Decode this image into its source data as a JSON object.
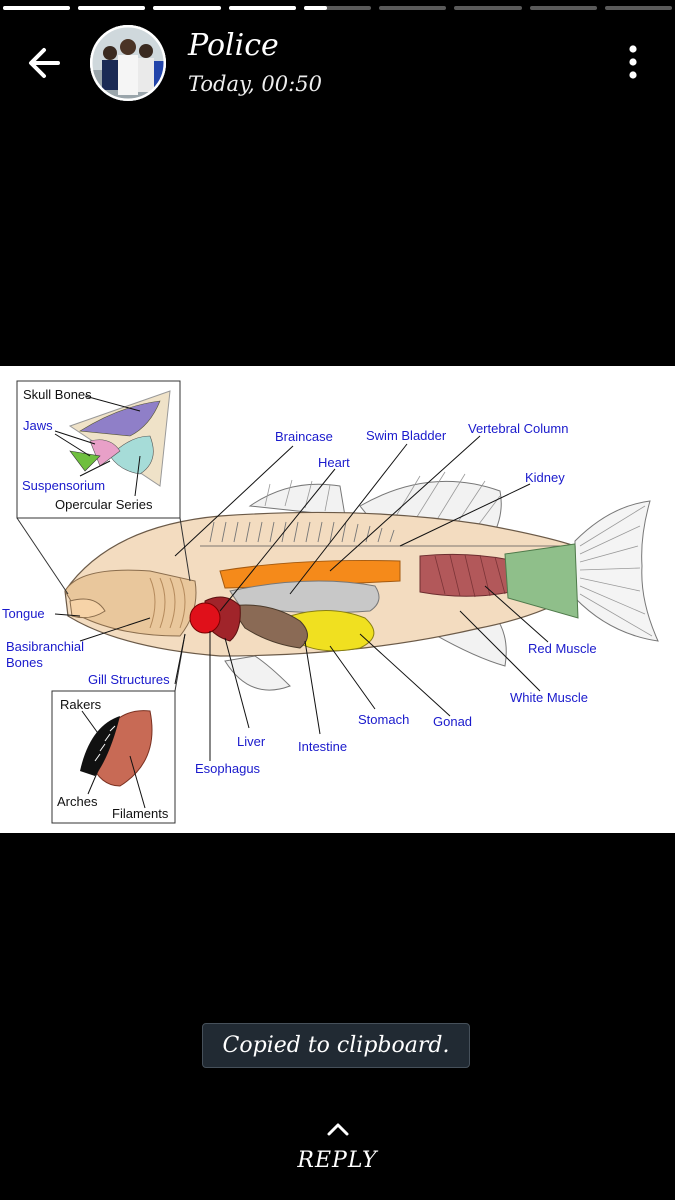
{
  "story": {
    "segments_total": 9,
    "segments_viewed": 4,
    "current_segment_progress": 0.35
  },
  "header": {
    "contact_name": "Police",
    "timestamp": "Today, 00:50",
    "back_icon": "arrow-left-icon",
    "menu_icon": "more-vertical-icon"
  },
  "diagram": {
    "labels": {
      "skull_bones": "Skull Bones",
      "jaws": "Jaws",
      "suspensorium": "Suspensorium",
      "opercular_series": "Opercular Series",
      "braincase": "Braincase",
      "heart": "Heart",
      "swim_bladder": "Swim Bladder",
      "vertebral_column": "Vertebral Column",
      "kidney": "Kidney",
      "tongue": "Tongue",
      "basibranchial_bones_1": "Basibranchial",
      "basibranchial_bones_2": "Bones",
      "gill_structures": "Gill Structures",
      "rakers": "Rakers",
      "arches": "Arches",
      "filaments": "Filaments",
      "esophagus": "Esophagus",
      "liver": "Liver",
      "intestine": "Intestine",
      "stomach": "Stomach",
      "gonad": "Gonad",
      "red_muscle": "Red Muscle",
      "white_muscle": "White Muscle"
    },
    "colors": {
      "label_blue": "#1a1acc",
      "heart": "#e0101a",
      "liver": "#a0242a",
      "swim_bladder": "#c8c8c8",
      "stomach": "#f0e020",
      "kidney_band": "#f58a1a",
      "red_muscle": "#b2585a",
      "tail_muscle": "#8fbf8a",
      "body": "#f3dcc0"
    }
  },
  "toast": {
    "message": "Copied to clipboard."
  },
  "reply": {
    "label": "REPLY",
    "icon": "chevron-up-icon"
  }
}
